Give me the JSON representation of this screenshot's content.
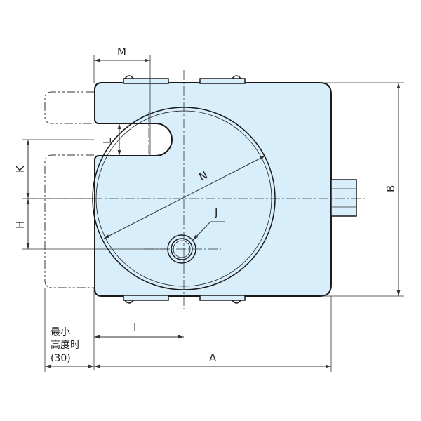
{
  "labels": {
    "M": "M",
    "L": "L",
    "K": "K",
    "H": "H",
    "N": "N",
    "J": "J",
    "B": "B",
    "I": "I",
    "A": "A"
  },
  "note": {
    "line1": "最小",
    "line2": "高度时",
    "line3": "(30)"
  },
  "colors": {
    "body_fill": "#d8eefb",
    "outline": "#1a1a1a"
  }
}
